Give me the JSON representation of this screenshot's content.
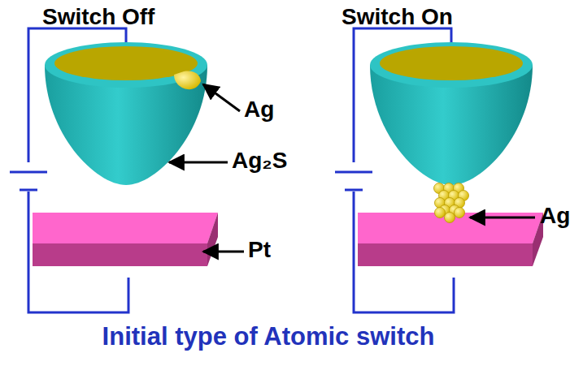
{
  "diagram": {
    "caption": "Initial type of Atomic switch",
    "labels": [
      "Switch Off",
      "Switch On",
      "Ag",
      "Ag₂S",
      "Pt",
      "Ag"
    ]
  }
}
